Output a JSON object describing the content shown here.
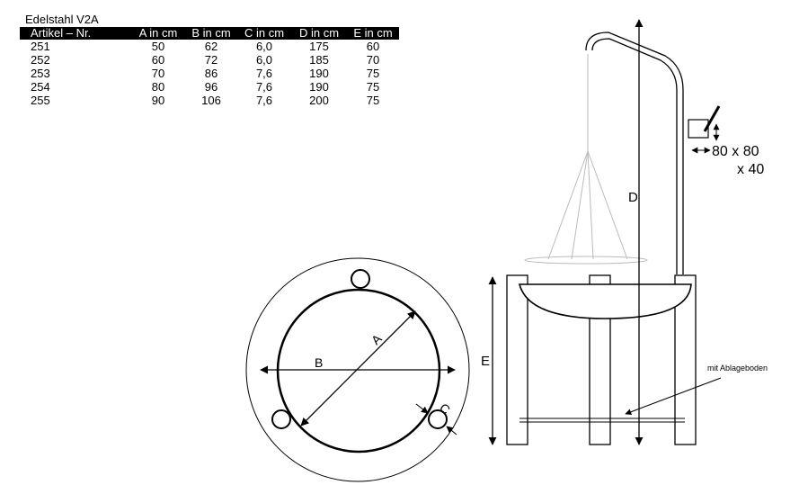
{
  "table": {
    "title": "Edelstahl V2A",
    "headers": [
      "Artikel – Nr.",
      "A in cm",
      "B in cm",
      "C in cm",
      "D in cm",
      "E in cm"
    ],
    "rows": [
      [
        "251",
        "50",
        "62",
        "6,0",
        "175",
        "60"
      ],
      [
        "252",
        "60",
        "72",
        "6,0",
        "185",
        "70"
      ],
      [
        "253",
        "70",
        "86",
        "7,6",
        "190",
        "75"
      ],
      [
        "254",
        "80",
        "96",
        "7,6",
        "190",
        "75"
      ],
      [
        "255",
        "90",
        "106",
        "7,6",
        "200",
        "75"
      ]
    ]
  },
  "labels": {
    "A": "A",
    "B": "B",
    "C": "C",
    "D": "D",
    "E": "E",
    "size_line1": "80 x 80",
    "size_line2": "x 40",
    "shelf": "mit Ablageboden"
  }
}
